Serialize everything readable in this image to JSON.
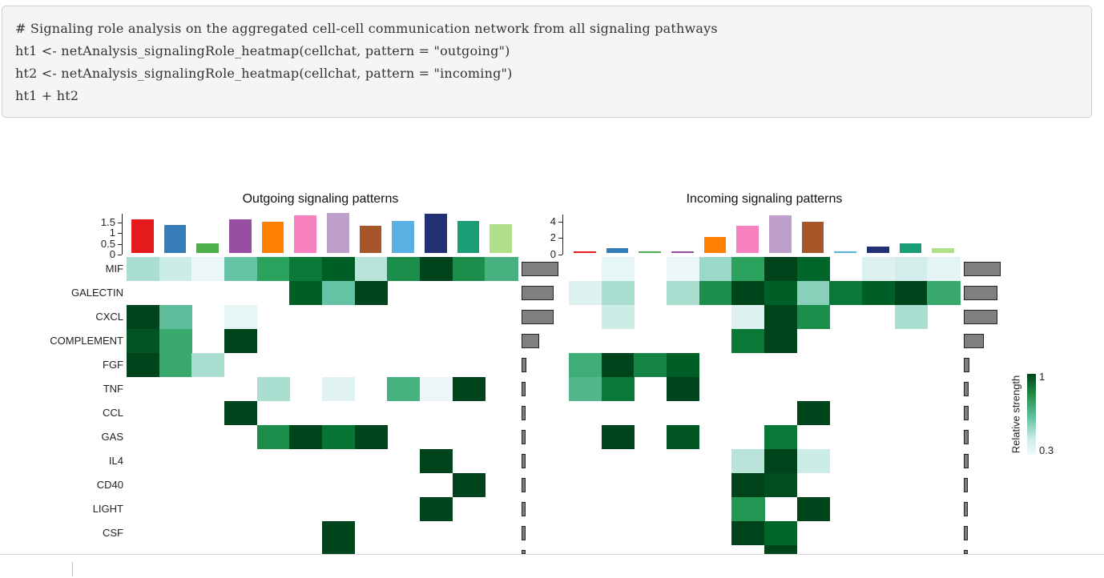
{
  "code": {
    "lines": [
      "# Signaling role analysis on the aggregated cell-cell communication network from all signaling pathways",
      "ht1 <- netAnalysis_signalingRole_heatmap(cellchat, pattern = \"outgoing\")",
      "ht2 <- netAnalysis_signalingRole_heatmap(cellchat, pattern = \"incoming\")",
      "ht1 + ht2"
    ]
  },
  "chart_data": [
    {
      "type": "heatmap",
      "title": "Outgoing signaling patterns",
      "rows": [
        "MIF",
        "GALECTIN",
        "CXCL",
        "COMPLEMENT",
        "FGF",
        "TNF",
        "CCL",
        "GAS",
        "IL4",
        "CD40",
        "LIGHT",
        "CSF",
        ""
      ],
      "column_colors": [
        "#e41a1c",
        "#377eb8",
        "#4daf4a",
        "#984ea3",
        "#ff7f00",
        "#f781bf",
        "#bf9fcc",
        "#a65628",
        "#5aafe3",
        "#232f74",
        "#1b9e77",
        "#b2df8a"
      ],
      "top_bar": {
        "ylim": [
          0,
          1.9
        ],
        "ticks": [
          "0",
          "0.5",
          "1",
          "1.5"
        ],
        "tick_values": [
          0,
          0.5,
          1,
          1.5
        ],
        "values": [
          1.55,
          1.3,
          0.45,
          1.55,
          1.45,
          1.75,
          1.85,
          1.25,
          1.5,
          1.8,
          1.5,
          1.35
        ]
      },
      "row_sums": [
        47,
        41,
        41,
        22,
        6,
        5,
        5,
        5,
        5,
        4,
        4,
        4,
        2
      ],
      "matrix": [
        [
          0.5,
          0.45,
          0.32,
          0.6,
          0.75,
          0.85,
          0.92,
          0.48,
          0.8,
          1.0,
          0.8,
          0.68
        ],
        [
          0,
          0,
          0,
          0,
          0,
          0.92,
          0.6,
          1.0,
          0,
          0,
          0,
          0
        ],
        [
          1.0,
          0.62,
          0,
          0.34,
          0,
          0,
          0,
          0,
          0,
          0,
          0,
          0
        ],
        [
          0.95,
          0.72,
          0,
          1.0,
          0,
          0,
          0,
          0,
          0,
          0,
          0,
          0
        ],
        [
          1.0,
          0.72,
          0.5,
          0,
          0,
          0,
          0,
          0,
          0,
          0,
          0,
          0
        ],
        [
          0,
          0,
          0,
          0,
          0.5,
          0,
          0.37,
          0,
          0.68,
          0.32,
          1.0,
          0
        ],
        [
          0,
          0,
          0,
          1.0,
          0,
          0,
          0,
          0,
          0,
          0,
          0,
          0
        ],
        [
          0,
          0,
          0,
          0,
          0.8,
          1.0,
          0.86,
          1.0,
          0,
          0,
          0,
          0
        ],
        [
          0,
          0,
          0,
          0,
          0,
          0,
          0,
          0,
          0,
          1.0,
          0,
          0
        ],
        [
          0,
          0,
          0,
          0,
          0,
          0,
          0,
          0,
          0,
          0,
          1.0,
          0
        ],
        [
          0,
          0,
          0,
          0,
          0,
          0,
          0,
          0,
          0,
          1.0,
          0,
          0
        ],
        [
          0,
          0,
          0,
          0,
          0,
          0,
          1.0,
          0,
          0,
          0,
          0,
          0
        ],
        [
          0,
          0,
          0,
          0,
          0,
          0,
          1.0,
          0,
          0,
          0,
          0,
          0
        ]
      ]
    },
    {
      "type": "heatmap",
      "title": "Incoming signaling patterns",
      "rows": [
        "MIF",
        "GALECTIN",
        "CXCL",
        "COMPLEMENT",
        "FGF",
        "TNF",
        "CCL",
        "GAS",
        "IL4",
        "CD40",
        "LIGHT",
        "CSF",
        ""
      ],
      "column_colors": [
        "#e41a1c",
        "#377eb8",
        "#4daf4a",
        "#984ea3",
        "#ff7f00",
        "#f781bf",
        "#bf9fcc",
        "#a65628",
        "#5aafe3",
        "#232f74",
        "#1b9e77",
        "#b2df8a"
      ],
      "top_bar": {
        "ylim": [
          0,
          4.9
        ],
        "ticks": [
          "0",
          "2",
          "4"
        ],
        "tick_values": [
          0,
          2,
          4
        ],
        "values": [
          0.1,
          0.6,
          0.05,
          0.2,
          1.9,
          3.3,
          4.6,
          3.8,
          0.1,
          0.8,
          1.2,
          0.55
        ]
      },
      "row_sums": [
        47,
        43,
        43,
        25,
        7,
        6,
        6,
        6,
        6,
        5,
        5,
        5,
        2
      ],
      "matrix": [
        [
          0,
          0.34,
          0,
          0.32,
          0.52,
          0.75,
          1.0,
          0.9,
          0,
          0.38,
          0.42,
          0.35
        ],
        [
          0.38,
          0.5,
          0,
          0.5,
          0.8,
          1.0,
          0.92,
          0.55,
          0.85,
          0.92,
          1.0,
          0.72
        ],
        [
          0,
          0.45,
          0,
          0,
          0,
          0.38,
          1.0,
          0.8,
          0,
          0,
          0.5,
          0
        ],
        [
          0,
          0,
          0,
          0,
          0,
          0.85,
          1.0,
          0,
          0,
          0,
          0,
          0
        ],
        [
          0.7,
          1.0,
          0.82,
          0.92,
          0,
          0,
          0,
          0,
          0,
          0,
          0,
          0
        ],
        [
          0.65,
          0.85,
          0,
          1.0,
          0,
          0,
          0,
          0,
          0,
          0,
          0,
          0
        ],
        [
          0,
          0,
          0,
          0,
          0,
          0,
          0,
          1.0,
          0,
          0,
          0,
          0
        ],
        [
          0,
          1.0,
          0,
          0.95,
          0,
          0,
          0.85,
          0,
          0,
          0,
          0,
          0
        ],
        [
          0,
          0,
          0,
          0,
          0,
          0.48,
          1.0,
          0.45,
          0,
          0,
          0,
          0
        ],
        [
          0,
          0,
          0,
          0,
          0,
          1.0,
          0.97,
          0,
          0,
          0,
          0,
          0
        ],
        [
          0,
          0,
          0,
          0,
          0,
          0.78,
          0,
          1.0,
          0,
          0,
          0,
          0
        ],
        [
          0,
          0,
          0,
          0,
          0,
          1.0,
          0.9,
          0,
          0,
          0,
          0,
          0
        ],
        [
          0,
          0,
          0,
          0,
          0,
          0,
          1.0,
          0,
          0,
          0,
          0,
          0
        ]
      ]
    }
  ],
  "legend": {
    "title": "Relative strength",
    "max_label": "1",
    "min_label": "0.3"
  }
}
